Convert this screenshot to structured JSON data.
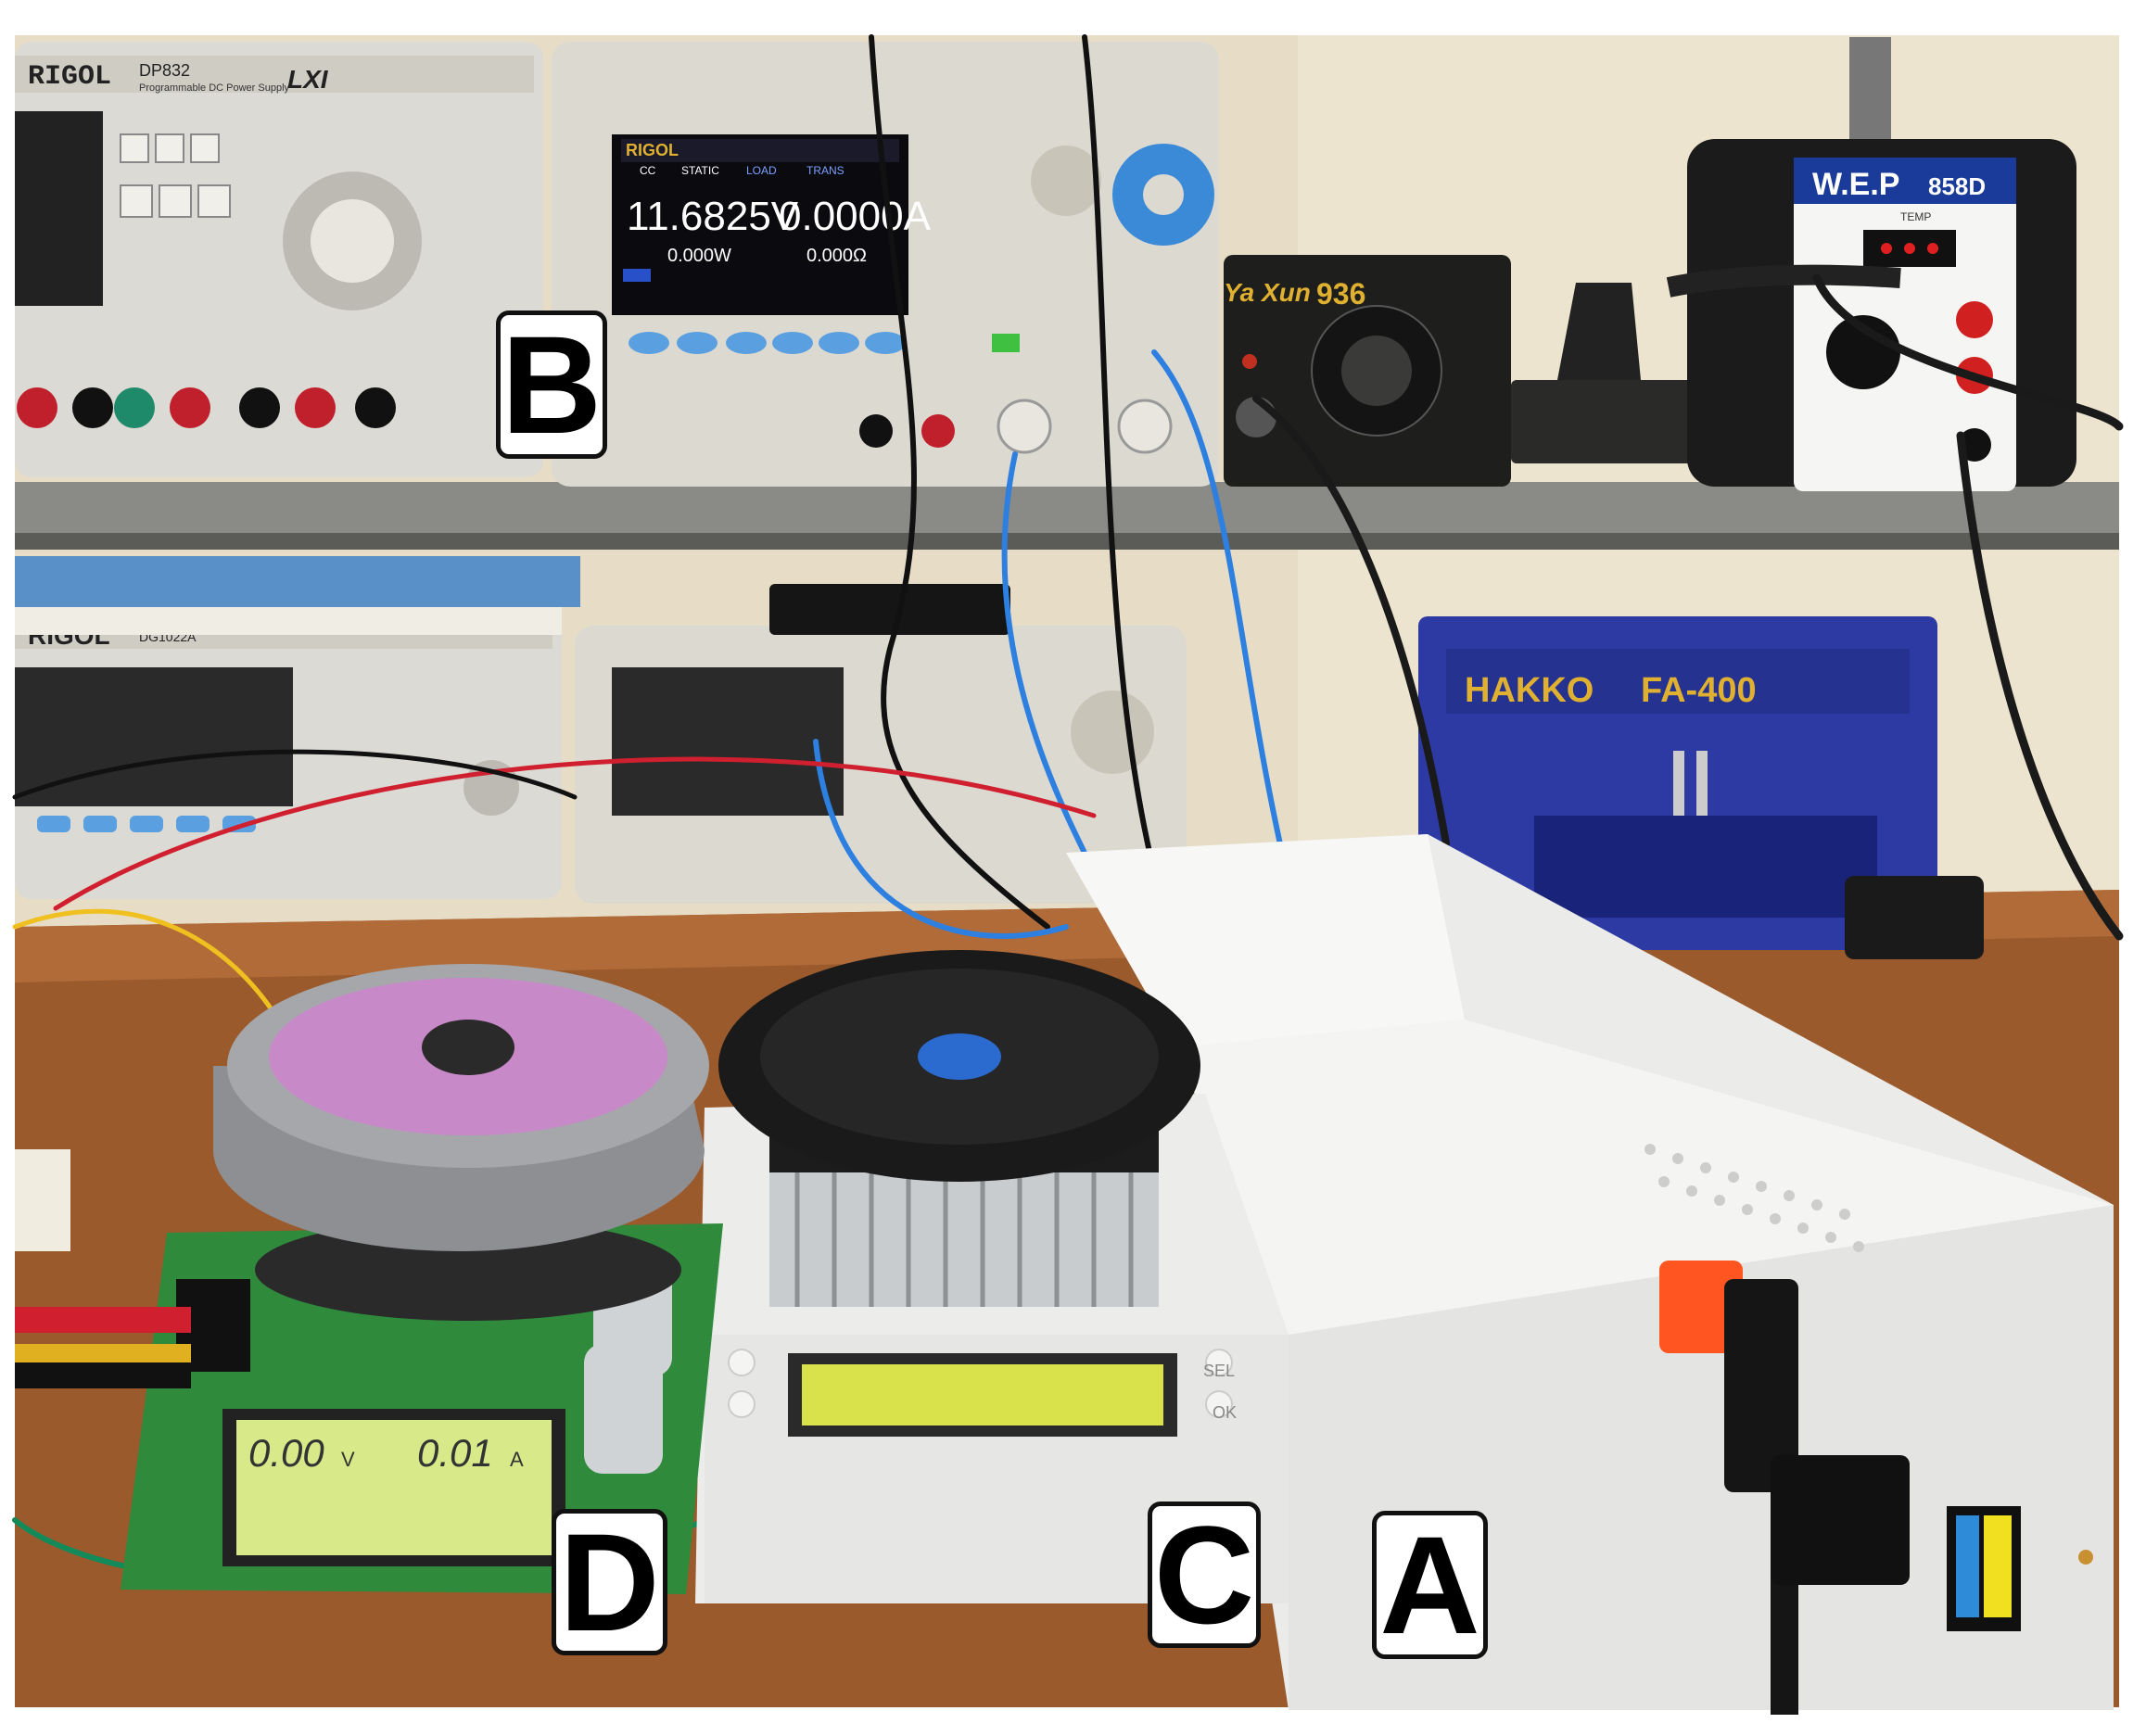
{
  "labels": {
    "a": "A",
    "b": "B",
    "c": "C",
    "d": "D"
  },
  "equipment": {
    "dp832": {
      "brand": "RIGOL",
      "model": "DP832",
      "subtitle": "Programmable DC Power Supply",
      "logo": "LXI"
    },
    "dl3021": {
      "brand": "RIGOL",
      "tabs": [
        "CC",
        "STATIC",
        "LOAD",
        "TRANS"
      ],
      "voltage": "11.6825V",
      "current": "0.0000A",
      "power": "0.000W",
      "resistance": "0.000Ω"
    },
    "dg1022a": {
      "brand": "RIGOL",
      "model": "DG1022A"
    },
    "soldering_station": {
      "brand": "Ya Xun",
      "model": "936"
    },
    "hot_air_station": {
      "brand": "W.E.P",
      "model": "858D",
      "label": "TEMP"
    },
    "fume_extractor": {
      "brand": "HAKKO",
      "model": "FA-400"
    },
    "load_d_display": {
      "voltage": "0.00",
      "voltage_unit": "V",
      "current": "0.01",
      "current_unit": "A"
    },
    "load_c_buttons": {
      "sel": "SEL",
      "ok": "OK"
    }
  },
  "colors": {
    "wall": "#e7ddc6",
    "desk": "#9a5a2c",
    "shelf": "#8a8a86",
    "case_white": "#f4f4f2",
    "hakko_blue": "#2d3aa3",
    "pcb_green": "#2f8a3c",
    "lcd_yellow": "#d9e24a",
    "fan_pink": "#c889c9",
    "wire_red": "#d02030",
    "wire_blue": "#2d7fe0",
    "wire_green": "#138a5a"
  }
}
